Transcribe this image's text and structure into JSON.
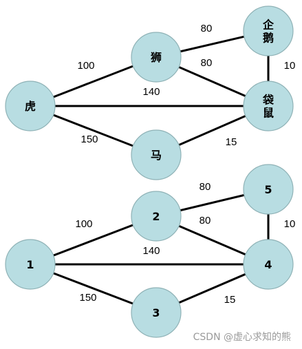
{
  "graphs": [
    {
      "nodes": [
        {
          "id": "tiger",
          "label": "虎"
        },
        {
          "id": "lion",
          "label": "狮"
        },
        {
          "id": "horse",
          "label": "马"
        },
        {
          "id": "penguin",
          "label": "企\n鹅"
        },
        {
          "id": "kangaroo",
          "label": "袋\n鼠"
        }
      ],
      "edges": [
        {
          "from": "tiger",
          "to": "lion",
          "weight": "100"
        },
        {
          "from": "tiger",
          "to": "kangaroo",
          "weight": "140"
        },
        {
          "from": "tiger",
          "to": "horse",
          "weight": "150"
        },
        {
          "from": "lion",
          "to": "penguin",
          "weight": "80"
        },
        {
          "from": "lion",
          "to": "kangaroo",
          "weight": "80"
        },
        {
          "from": "penguin",
          "to": "kangaroo",
          "weight": "10"
        },
        {
          "from": "horse",
          "to": "kangaroo",
          "weight": "15"
        }
      ]
    },
    {
      "nodes": [
        {
          "id": "n1",
          "label": "1"
        },
        {
          "id": "n2",
          "label": "2"
        },
        {
          "id": "n3",
          "label": "3"
        },
        {
          "id": "n4",
          "label": "4"
        },
        {
          "id": "n5",
          "label": "5"
        }
      ],
      "edges": [
        {
          "from": "n1",
          "to": "n2",
          "weight": "100"
        },
        {
          "from": "n1",
          "to": "n4",
          "weight": "140"
        },
        {
          "from": "n1",
          "to": "n3",
          "weight": "150"
        },
        {
          "from": "n2",
          "to": "n5",
          "weight": "80"
        },
        {
          "from": "n2",
          "to": "n4",
          "weight": "80"
        },
        {
          "from": "n5",
          "to": "n4",
          "weight": "10"
        },
        {
          "from": "n3",
          "to": "n4",
          "weight": "15"
        }
      ]
    }
  ],
  "watermark": "CSDN @虚心求知的熊"
}
